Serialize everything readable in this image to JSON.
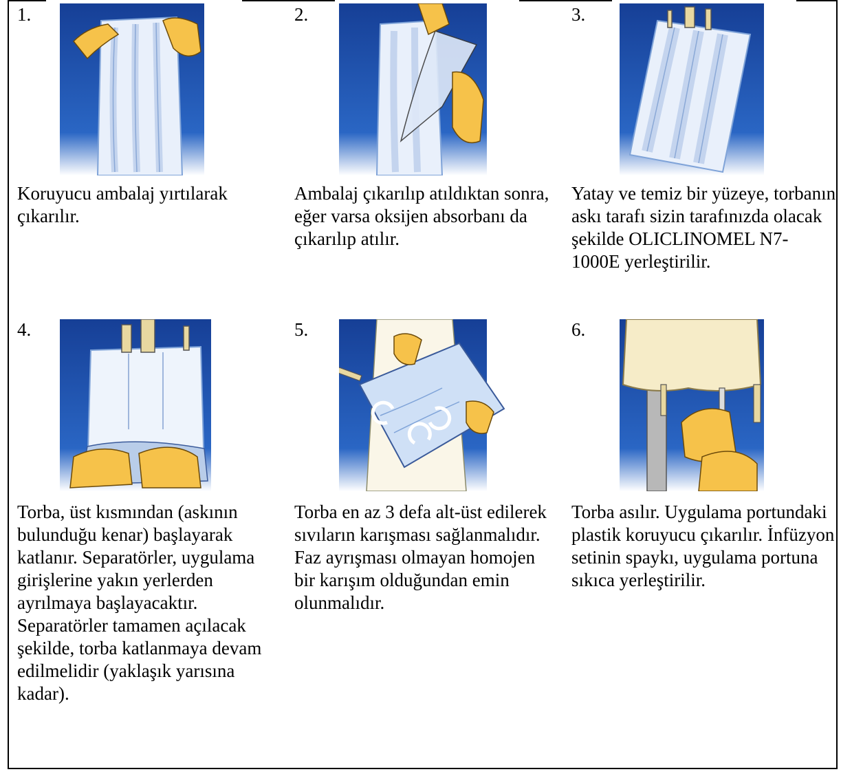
{
  "steps": [
    {
      "number": "1.",
      "text": "Koruyucu ambalaj yırtılarak çıkarılır.",
      "illustration_icon": "tearing-wrapper-icon"
    },
    {
      "number": "2.",
      "text": "Ambalaj çıkarılıp atıldıktan sonra, eğer varsa oksijen absorbanı da çıkarılıp atılır.",
      "illustration_icon": "removing-wrapper-icon"
    },
    {
      "number": "3.",
      "text": "Yatay ve temiz bir yüzeye, torbanın askı tarafı sizin tarafınızda olacak şekilde OLICLINOMEL N7-1000E yerleştirilir.",
      "illustration_icon": "bag-on-surface-icon"
    },
    {
      "number": "4.",
      "text": "Torba, üst kısmından (askının bulunduğu kenar) başlayarak katlanır. Separatörler, uygulama girişlerine yakın yerlerden ayrılmaya başlayacaktır. Separatörler tamamen açılacak şekilde, torba katlanmaya devam edilmelidir (yaklaşık yarısına kadar).",
      "illustration_icon": "rolling-bag-icon"
    },
    {
      "number": "5.",
      "text": "Torba en az 3 defa alt-üst edilerek sıvıların karışması sağlanmalıdır. Faz ayrışması olmayan homojen bir karışım olduğundan emin olunmalıdır.",
      "illustration_icon": "inverting-bag-icon"
    },
    {
      "number": "6.",
      "text": "Torba asılır. Uygulama portundaki plastik koruyucu çıkarılır. İnfüzyon setinin spaykı, uygulama portuna sıkıca yerleştirilir.",
      "illustration_icon": "spiking-port-icon"
    }
  ],
  "colors": {
    "background_blue": "#1f4fa8",
    "glove": "#f6c24a",
    "bag": "#eef4ff"
  }
}
